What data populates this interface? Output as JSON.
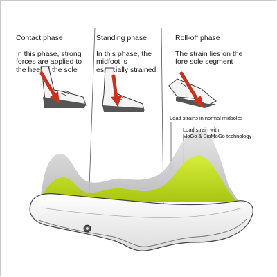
{
  "phases": [
    {
      "id": "contact",
      "title": "Contact phase",
      "description": "In this phase, strong\nforces are applied to\nthe heel of the sole"
    },
    {
      "id": "standing",
      "title": "Standing phase",
      "description": "In this phase, the\nmidfoot is\nespecially strained"
    },
    {
      "id": "rolloff",
      "title": "Roll-off phase",
      "description": "The strain lies on the\nfore sole segment"
    }
  ],
  "legend": {
    "normal": "Load strains in normal midsoles",
    "mogo": "Load strain with\nMoGo & BioMoGo technology"
  },
  "colors": {
    "normal_load": "#c8c8c8",
    "mogo_load": "#c6e21b",
    "arrow": "#c8321e",
    "sole": "#f2f2f2",
    "outline": "#444444"
  }
}
